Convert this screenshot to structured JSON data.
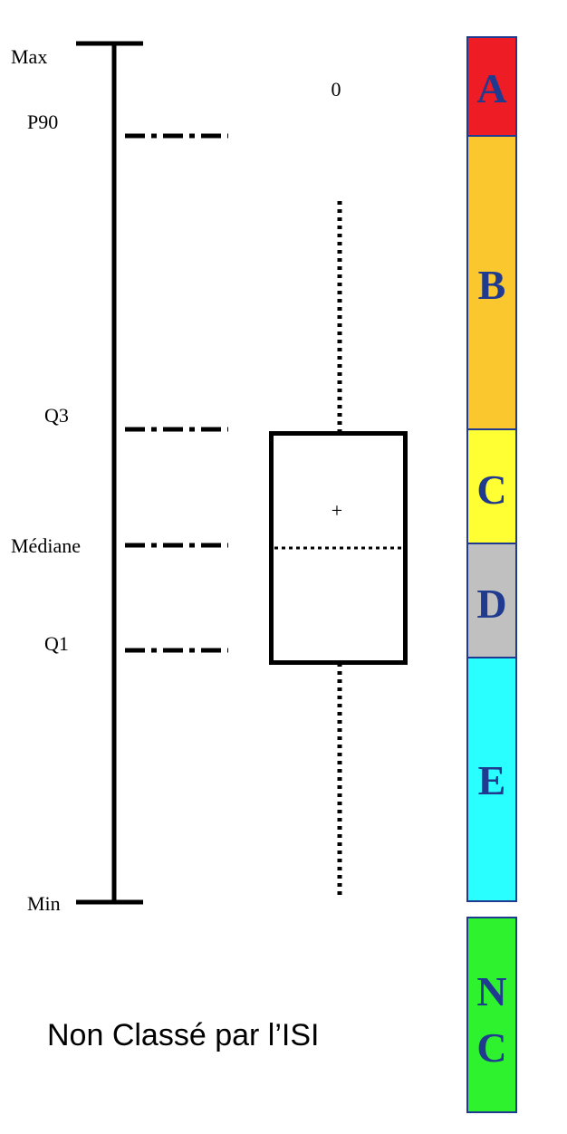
{
  "scale": {
    "labels": {
      "max": "Max",
      "p90": "P90",
      "q3": "Q3",
      "median": "Médiane",
      "q1": "Q1",
      "min": "Min"
    }
  },
  "boxplot": {
    "outlier_label": "0",
    "mean_marker": "+"
  },
  "classes": [
    {
      "letter": "A",
      "color": "#ee1c25"
    },
    {
      "letter": "B",
      "color": "#fbc72e"
    },
    {
      "letter": "C",
      "color": "#ffff33"
    },
    {
      "letter": "D",
      "color": "#c0c0c0"
    },
    {
      "letter": "E",
      "color": "#2affff"
    }
  ],
  "unclassified": {
    "letters": [
      "N",
      "C"
    ],
    "color": "#2ef22e",
    "label": "Non Classé par l’ISI"
  },
  "colors": {
    "border": "#1f3a8f",
    "letter": "#1f3a8f",
    "lines": "#000000"
  }
}
